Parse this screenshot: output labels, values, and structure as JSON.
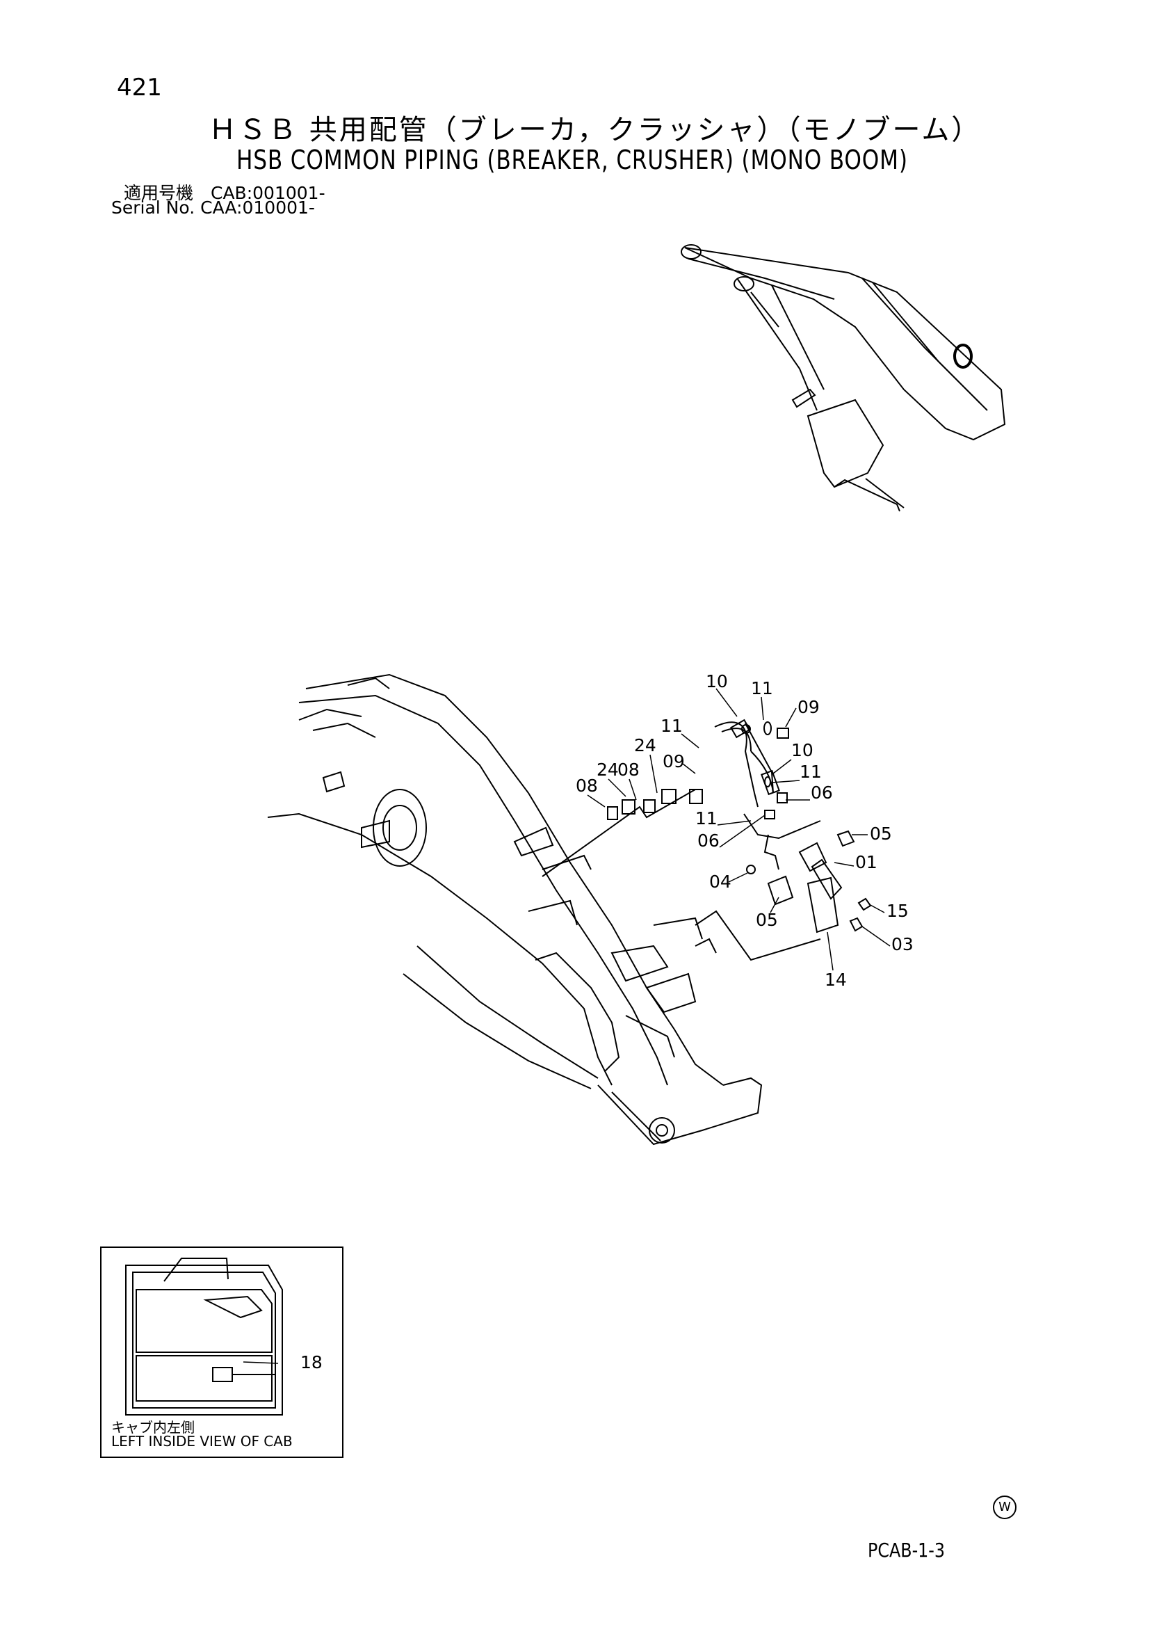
{
  "header": {
    "page_number": "421",
    "title_jp": "ＨＳＢ 共用配管（ブレーカ，クラッシャ）（モノブーム）",
    "title_en": "HSB COMMON PIPING (BREAKER, CRUSHER) (MONO BOOM)",
    "serial_jp": "適用号機　CAB:001001-",
    "serial_en": "Serial No. CAA:010001-"
  },
  "callouts": [
    "10",
    "11",
    "09",
    "11",
    "24",
    "24",
    "08",
    "08",
    "09",
    "10",
    "11",
    "06",
    "05",
    "01",
    "11",
    "06",
    "04",
    "05",
    "15",
    "03",
    "14",
    "18"
  ],
  "inset": {
    "caption_jp": "キャブ内左側",
    "caption_en": "LEFT INSIDE VIEW OF CAB"
  },
  "footer": {
    "mark": "W",
    "page_code": "PCAB-1-3"
  }
}
